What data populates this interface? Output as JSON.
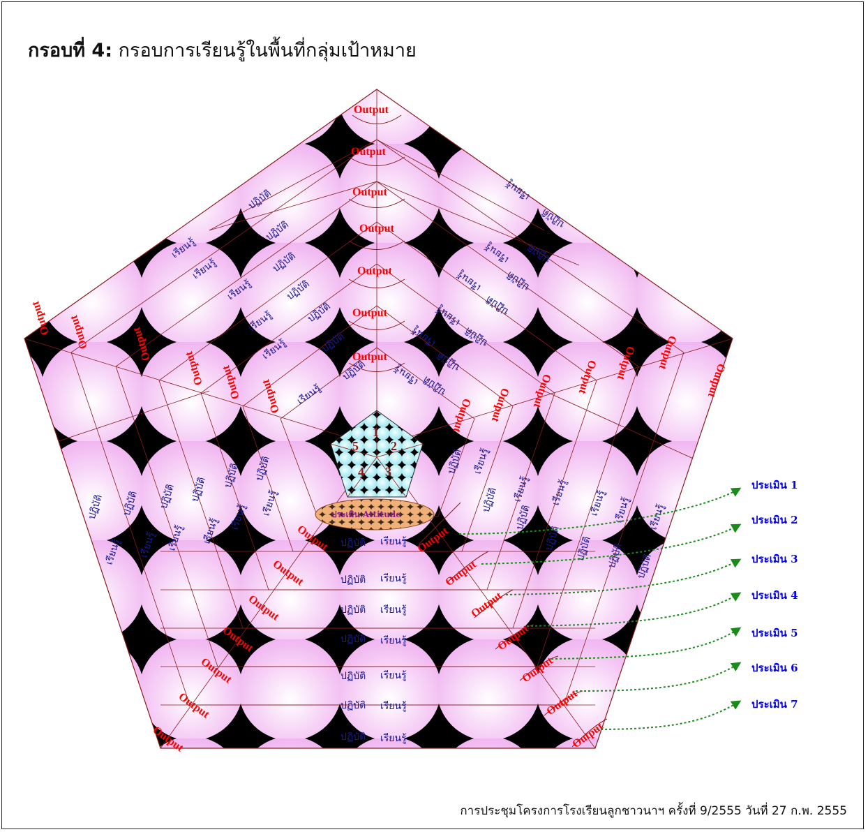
{
  "title": {
    "label": "กรอบที่ 4:",
    "text": "กรอบการเรียนรู้ในพื้นที่กลุ่มเป้าหมาย"
  },
  "footer": "การประชุมโครงการโรงเรียนลูกชาวนาฯ ครั้งที่ 9/2555 วันที่ 27 ก.พ. 2555",
  "center_pentagon": {
    "numbers": [
      "1",
      "2",
      "3",
      "4",
      "5"
    ],
    "attitude_label": "ประเมิน Attitude"
  },
  "cell_labels": {
    "output": "Output",
    "practice": "ปฏิบัติ",
    "learn": "เรียนรู้"
  },
  "evaluations": [
    "ประเมิน 1",
    "ประเมิน 2",
    "ประเมิน 3",
    "ประเมิน 4",
    "ประเมิน 5",
    "ประเมิน 6",
    "ประเมิน 7"
  ],
  "colors": {
    "tile_pink": "#f7c8f7",
    "tile_dark": "#000000",
    "output_text": "#ff0000",
    "label_text": "#1a1a8c",
    "arrow": "#1a8c1a",
    "eval_text": "#0000ee",
    "outline": "#8b1a1a"
  }
}
